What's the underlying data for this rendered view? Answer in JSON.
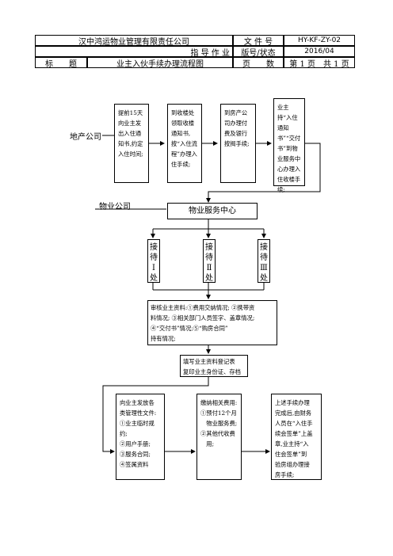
{
  "header": {
    "company": "汉中鸿运物业管理有限责任公司",
    "doc_type": "指 导 作 业",
    "file_no_label": "文 件 号",
    "file_no": "HY-KF-ZY-02",
    "version_label": "版号/状态",
    "version": "2016/04",
    "title_label": "标　　题",
    "title": "业主入伙手续办理流程图",
    "page_label": "页　　数",
    "page_value": "第 1 页　共 1 页"
  },
  "labels": {
    "developer": "地产公司",
    "property": "物业公司"
  },
  "developer_steps": [
    "提前15天向业主发出入住通知书,约定入住时间;",
    "到收楼处领取收楼通知书,按“入住流程”办理入住手续;",
    "到房产公司办理付费及银行按揭手续;",
    "业主持“入住通知书”“交付书”到物业服务中心办理入住收楼手续;"
  ],
  "service_center": "物业服务中心",
  "reception": [
    [
      "接",
      "待",
      "Ⅰ",
      "处"
    ],
    [
      "接",
      "待",
      "Ⅱ",
      "处"
    ],
    [
      "接",
      "待",
      "Ⅲ",
      "处"
    ]
  ],
  "review": {
    "lines": [
      "审核业主资料:①费用交纳情况; ②携带资",
      "料情况; ③相关部门人员签字、盖章情况;",
      "④“交付书”情况;⑤“购房合同”",
      "持有情况;"
    ]
  },
  "register": {
    "lines": [
      "填写业主资料登记表",
      "复印业主身份证、存档"
    ]
  },
  "final_steps": [
    {
      "lines": [
        "向业主发放各",
        "类管理性文件:",
        "①业主临时规",
        "约;",
        "②用户手册;",
        "③服务合同;",
        "④签属资料"
      ]
    },
    {
      "lines": [
        "缴纳相关费用:",
        "①预付12个月",
        "　物业服务费;",
        "②其他代收费",
        "　用;"
      ]
    },
    {
      "lines": [
        "上述手续办理",
        "完成后,由财务",
        "人员在“入住手",
        "续会签单”上盖",
        "章,业主持“入",
        "住会签单”到",
        "验房组办理接",
        "房手续;"
      ]
    }
  ]
}
